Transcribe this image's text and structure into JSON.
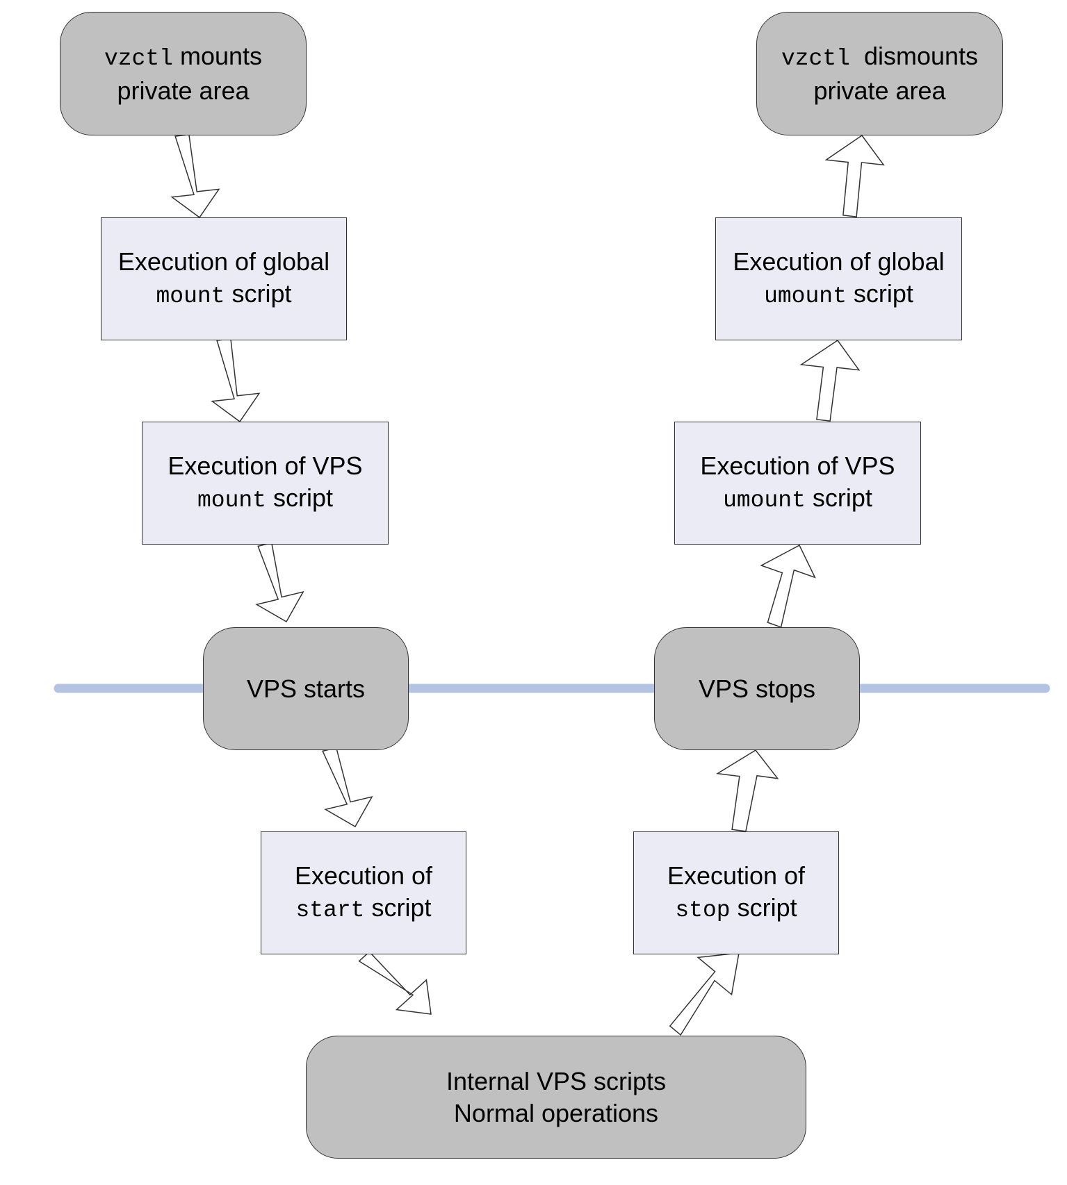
{
  "nodes": {
    "mount_private": {
      "code": "vzctl",
      "text1": " mounts",
      "text2": "private area"
    },
    "global_mount": {
      "text1": "Execution of global",
      "code": "mount",
      "text2": " script"
    },
    "vps_mount": {
      "text1": "Execution of VPS",
      "code": "mount",
      "text2": " script"
    },
    "vps_starts": {
      "text": "VPS starts"
    },
    "start_script": {
      "text1": "Execution of",
      "code": "start",
      "text2": " script"
    },
    "internal": {
      "line1": "Internal VPS scripts",
      "line2": "Normal operations"
    },
    "stop_script": {
      "text1": "Execution of",
      "code": "stop",
      "text2": " script"
    },
    "vps_stops": {
      "text": "VPS stops"
    },
    "vps_umount": {
      "text1": "Execution of VPS",
      "code": "umount",
      "text2": " script"
    },
    "global_umount": {
      "text1": "Execution of global",
      "code": "umount",
      "text2": " script"
    },
    "dismount_private": {
      "code": "vzctl",
      "text1": "  dismounts",
      "text2": "private area"
    }
  },
  "colors": {
    "terminal_fill": "#c0c0c0",
    "process_fill": "#ebebf5",
    "separator": "#b4c3e1",
    "arrow_fill": "#ffffff",
    "stroke": "#333333"
  }
}
